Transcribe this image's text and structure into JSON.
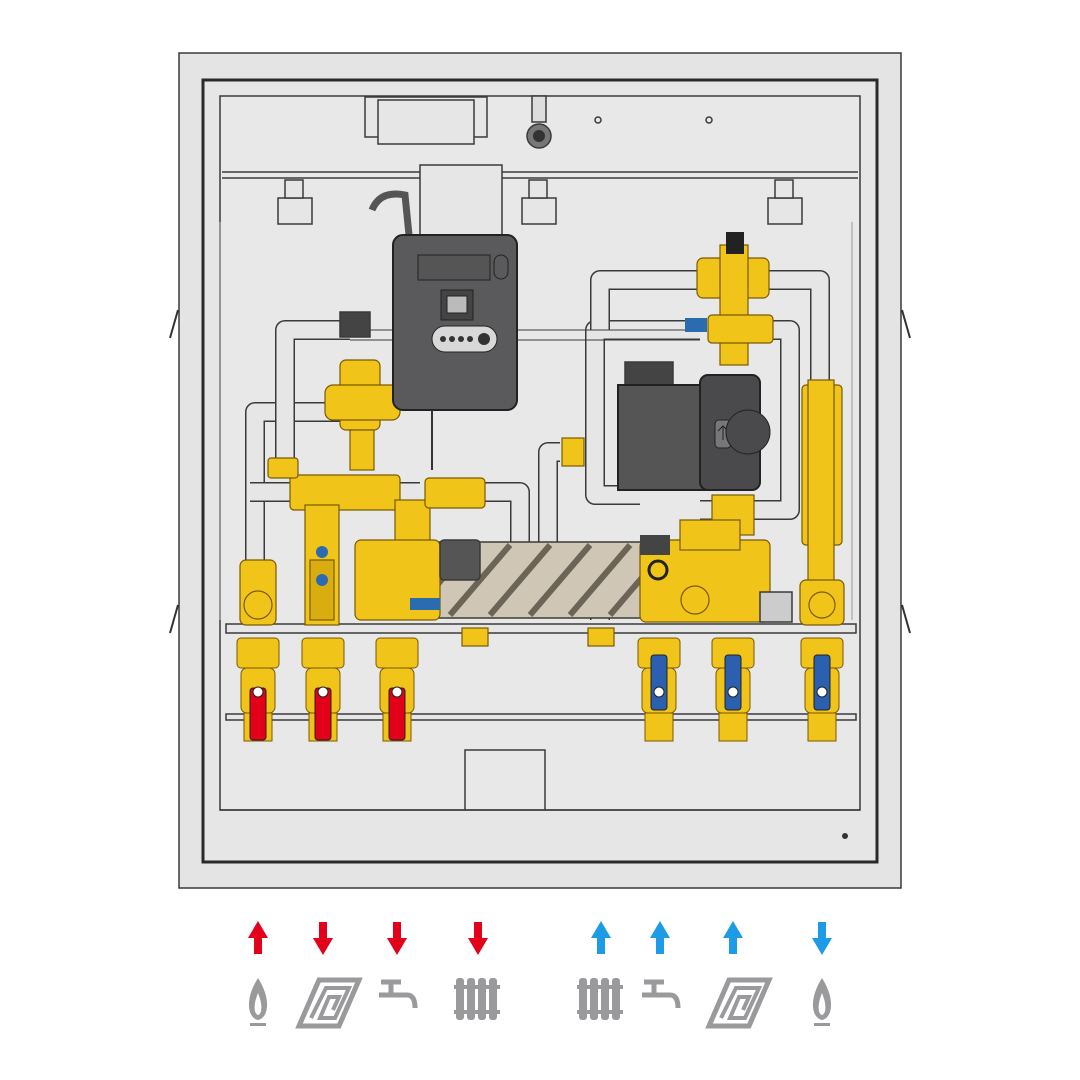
{
  "colors": {
    "cabinet": "#e2e2e2",
    "brass": "#f0c419",
    "brass_dark": "#b88a00",
    "hot": "#e3001b",
    "cold": "#1e9be6",
    "controller": "#5a5a5c",
    "pump": "#4a4a4c",
    "icon_gray": "#9a9a9c",
    "heat_exchanger": "#cfc6b6"
  },
  "valves": [
    {
      "handle": "red"
    },
    {
      "handle": "red"
    },
    {
      "handle": "red"
    },
    {
      "handle": "blue"
    },
    {
      "handle": "blue"
    },
    {
      "handle": "blue"
    }
  ],
  "legend": [
    {
      "direction": "up",
      "color": "hot",
      "icon": "gas-boiler-flame"
    },
    {
      "direction": "down",
      "color": "hot",
      "icon": "underfloor-heating"
    },
    {
      "direction": "down",
      "color": "hot",
      "icon": "hot-water-tap"
    },
    {
      "direction": "down",
      "color": "hot",
      "icon": "radiator"
    },
    {
      "direction": "up",
      "color": "cold",
      "icon": "radiator"
    },
    {
      "direction": "up",
      "color": "cold",
      "icon": "cold-water-tap"
    },
    {
      "direction": "up",
      "color": "cold",
      "icon": "underfloor-heating"
    },
    {
      "direction": "down",
      "color": "cold",
      "icon": "gas-boiler-flame"
    }
  ]
}
